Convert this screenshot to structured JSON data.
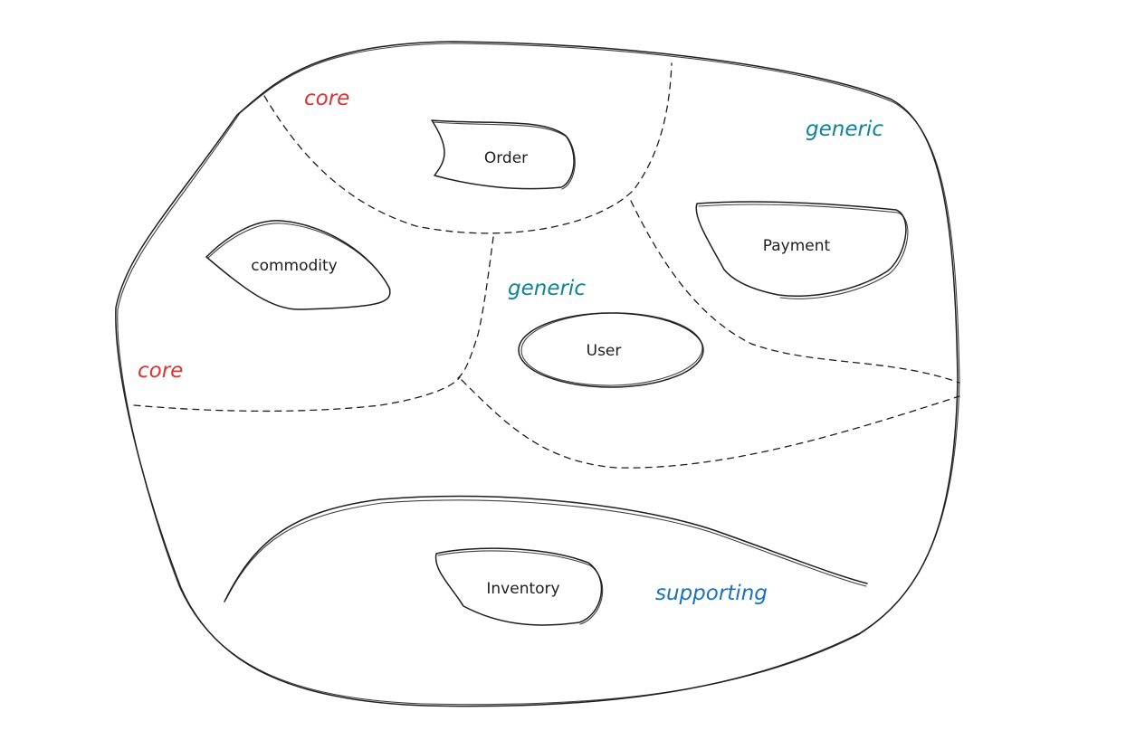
{
  "colors": {
    "core": "#e03131",
    "generic": "#0c8599",
    "supporting": "#1971c2",
    "stroke": "#1e1e1e"
  },
  "labels": {
    "core_top": "core",
    "core_left": "core",
    "generic_top_right": "generic",
    "generic_middle": "generic",
    "supporting": "supporting"
  },
  "entities": {
    "order": "Order",
    "commodity": "commodity",
    "payment": "Payment",
    "user": "User",
    "inventory": "Inventory"
  }
}
